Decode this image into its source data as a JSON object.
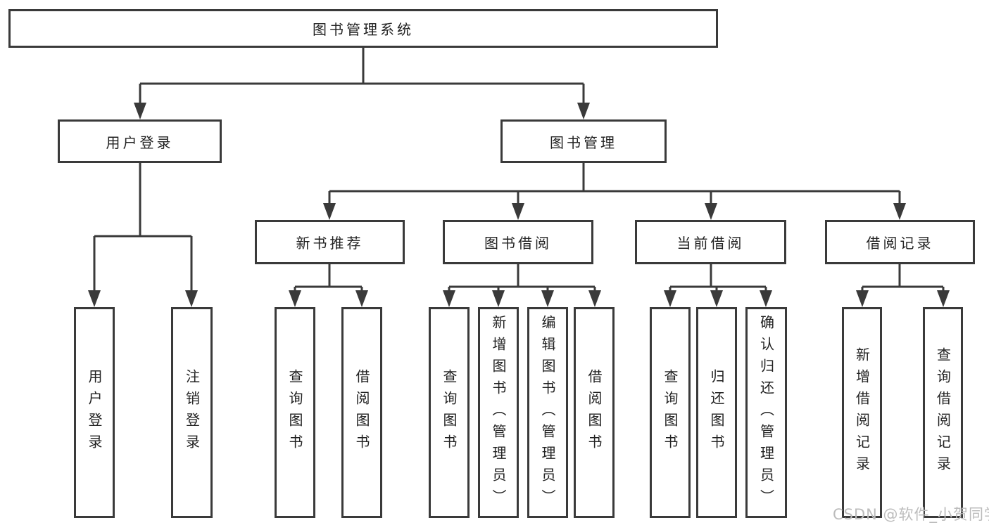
{
  "tree": {
    "root": {
      "label": "图书管理系统"
    },
    "branches": [
      {
        "label": "用户登录",
        "leaves": [
          "用户登录",
          "注销登录"
        ]
      },
      {
        "label": "图书管理",
        "groups": [
          {
            "label": "新书推荐",
            "leaves": [
              "查询图书",
              "借阅图书"
            ]
          },
          {
            "label": "图书借阅",
            "leaves": [
              "查询图书",
              "新增图书（管理员）",
              "编辑图书（管理员）",
              "借阅图书"
            ]
          },
          {
            "label": "当前借阅",
            "leaves": [
              "查询图书",
              "归还图书",
              "确认归还（管理员）"
            ]
          },
          {
            "label": "借阅记录",
            "leaves": [
              "新增借阅记录",
              "查询借阅记录"
            ]
          }
        ]
      }
    ]
  },
  "watermark": "CSDN @软件_小贺同学",
  "colors": {
    "line": "#3a3a3a",
    "box_border": "#3a3a3a",
    "box_fill": "#ffffff",
    "text": "#222222",
    "watermark": "#bcbcbc",
    "background": "#ffffff"
  }
}
